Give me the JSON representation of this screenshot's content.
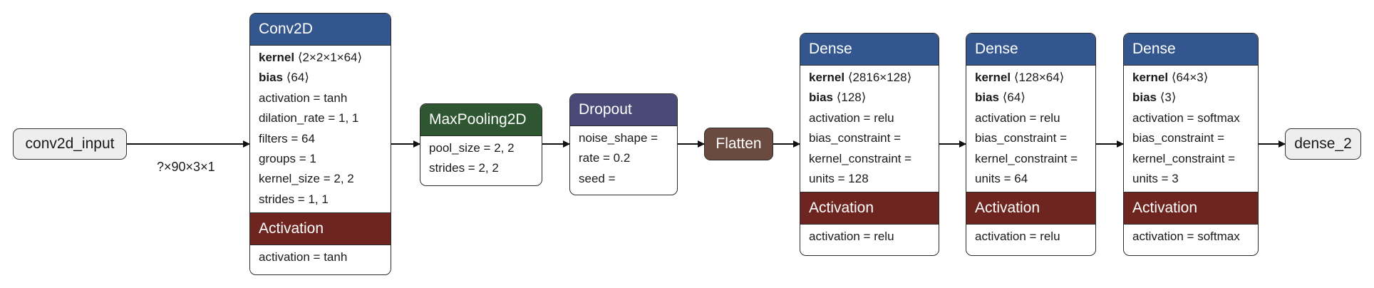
{
  "input": {
    "label": "conv2d_input",
    "edge_label": "?×90×3×1"
  },
  "output": {
    "label": "dense_2"
  },
  "conv2d": {
    "title": "Conv2D",
    "kernel_label": "kernel",
    "kernel_value": "⟨2×2×1×64⟩",
    "bias_label": "bias",
    "bias_value": "⟨64⟩",
    "attrs": [
      "activation = tanh",
      "dilation_rate = 1, 1",
      "filters = 64",
      "groups = 1",
      "kernel_size = 2, 2",
      "strides = 1, 1"
    ],
    "activation_title": "Activation",
    "activation_attr": "activation = tanh"
  },
  "maxpool": {
    "title": "MaxPooling2D",
    "attrs": [
      "pool_size = 2, 2",
      "strides = 2, 2"
    ]
  },
  "dropout": {
    "title": "Dropout",
    "attrs": [
      "noise_shape =",
      "rate = 0.2",
      "seed ="
    ]
  },
  "flatten": {
    "title": "Flatten"
  },
  "dense1": {
    "title": "Dense",
    "kernel_label": "kernel",
    "kernel_value": "⟨2816×128⟩",
    "bias_label": "bias",
    "bias_value": "⟨128⟩",
    "attrs": [
      "activation = relu",
      "bias_constraint =",
      "kernel_constraint =",
      "units = 128"
    ],
    "activation_title": "Activation",
    "activation_attr": "activation = relu"
  },
  "dense2": {
    "title": "Dense",
    "kernel_label": "kernel",
    "kernel_value": "⟨128×64⟩",
    "bias_label": "bias",
    "bias_value": "⟨64⟩",
    "attrs": [
      "activation = relu",
      "bias_constraint =",
      "kernel_constraint =",
      "units = 64"
    ],
    "activation_title": "Activation",
    "activation_attr": "activation = relu"
  },
  "dense3": {
    "title": "Dense",
    "kernel_label": "kernel",
    "kernel_value": "⟨64×3⟩",
    "bias_label": "bias",
    "bias_value": "⟨3⟩",
    "attrs": [
      "activation = softmax",
      "bias_constraint =",
      "kernel_constraint =",
      "units = 3"
    ],
    "activation_title": "Activation",
    "activation_attr": "activation = softmax"
  },
  "colors": {
    "conv_header": "#33568e",
    "pool_header": "#2e5630",
    "dropout_header": "#4a4a78",
    "activation_header": "#6e2520",
    "flatten_fill": "#6b4a40",
    "io_fill": "#eeeeee"
  }
}
